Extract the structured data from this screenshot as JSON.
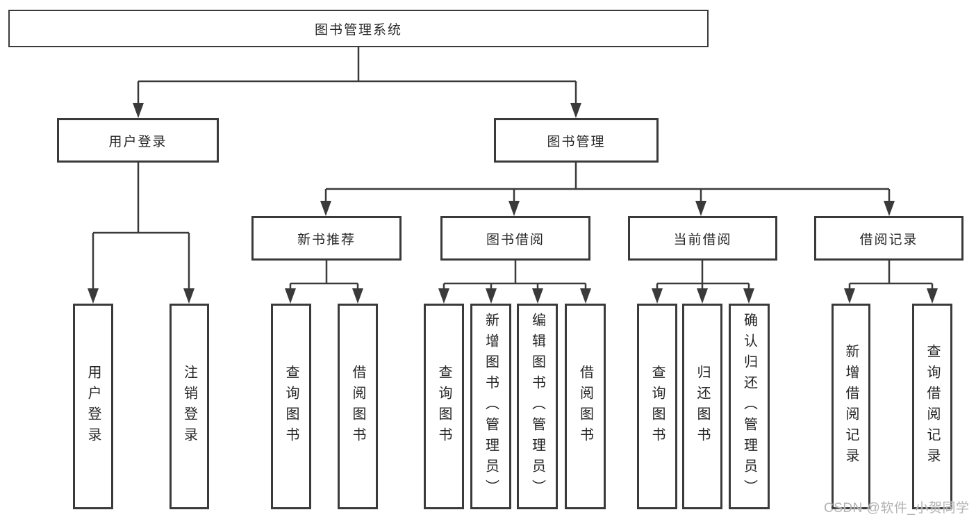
{
  "tree": {
    "root": {
      "label": "图书管理系统",
      "children": [
        {
          "label": "用户登录",
          "children": [
            {
              "label": "用户登录"
            },
            {
              "label": "注销登录"
            }
          ]
        },
        {
          "label": "图书管理",
          "children": [
            {
              "label": "新书推荐",
              "children": [
                {
                  "label": "查询图书"
                },
                {
                  "label": "借阅图书"
                }
              ]
            },
            {
              "label": "图书借阅",
              "children": [
                {
                  "label": "查询图书"
                },
                {
                  "label": "新增图书（管理员）"
                },
                {
                  "label": "编辑图书（管理员）"
                },
                {
                  "label": "借阅图书"
                }
              ]
            },
            {
              "label": "当前借阅",
              "children": [
                {
                  "label": "查询图书"
                },
                {
                  "label": "归还图书"
                },
                {
                  "label": "确认归还（管理员）"
                }
              ]
            },
            {
              "label": "借阅记录",
              "children": [
                {
                  "label": "新增借阅记录"
                },
                {
                  "label": "查询借阅记录"
                }
              ]
            }
          ]
        }
      ]
    }
  },
  "watermark": {
    "text": "CSDN @软件_小贺同学"
  },
  "colors": {
    "line": "#3a3a3a",
    "box_border": "#3a3a3a",
    "text": "#262626",
    "watermark": "#b3b3b3",
    "background": "#ffffff"
  }
}
